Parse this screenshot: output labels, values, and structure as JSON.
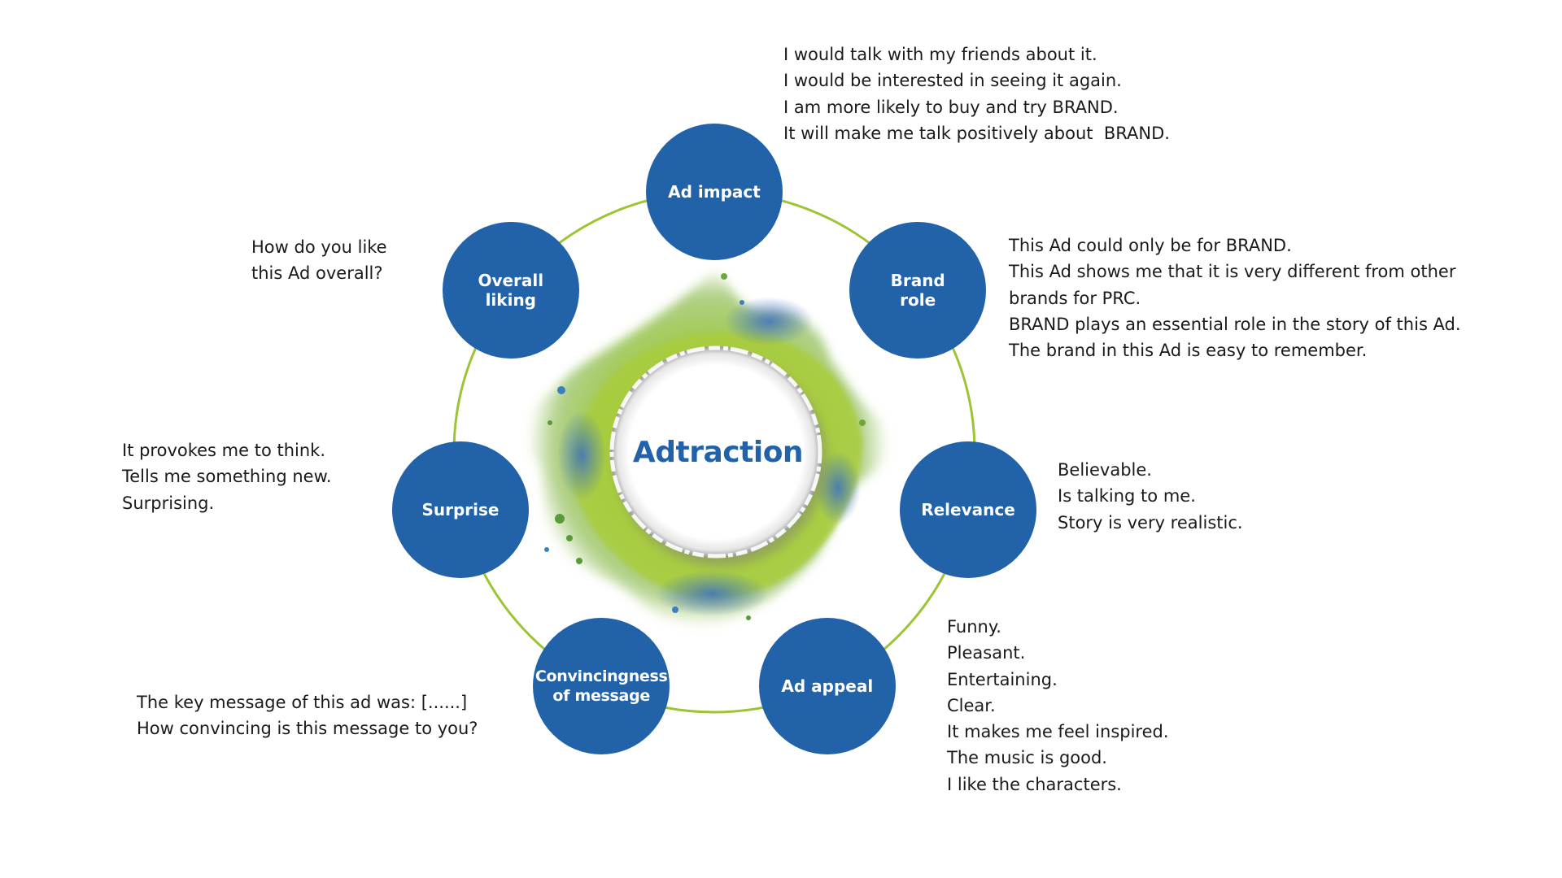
{
  "center": {
    "title": "Adtraction"
  },
  "colors": {
    "node_fill": "#2162A9",
    "ring": "#9BC534",
    "title": "#2162A9",
    "splash_green": "#8CBF3A",
    "splash_blue": "#3C73C0"
  },
  "nodes": [
    {
      "label": "Ad impact",
      "description": [
        "I would talk with my friends about it.",
        "I would be interested in seeing it again.",
        "I am more likely to buy and try BRAND.",
        "It will make me talk positively about  BRAND."
      ]
    },
    {
      "label": "Brand\nrole",
      "description": [
        "This Ad could only be for BRAND.",
        "This Ad shows me that it is very different from other",
        "brands for PRC.",
        "BRAND plays an essential role in the story of this Ad.",
        "The brand in this Ad is easy to remember."
      ]
    },
    {
      "label": "Relevance",
      "description": [
        "Believable.",
        "Is talking to me.",
        "Story is very realistic."
      ]
    },
    {
      "label": "Ad appeal",
      "description": [
        "Funny.",
        "Pleasant.",
        "Entertaining.",
        "Clear.",
        "It makes me feel inspired.",
        "The music is good.",
        "I like the characters."
      ]
    },
    {
      "label": "Convincingness\nof message",
      "description": [
        "The key message of this ad was: [......]",
        "How convincing is this message to you?"
      ]
    },
    {
      "label": "Surprise",
      "description": [
        "It provokes me to think.",
        "Tells me something new.",
        "Surprising."
      ]
    },
    {
      "label": "Overall\nliking",
      "description": [
        "How do you like",
        "this Ad overall?"
      ]
    }
  ]
}
